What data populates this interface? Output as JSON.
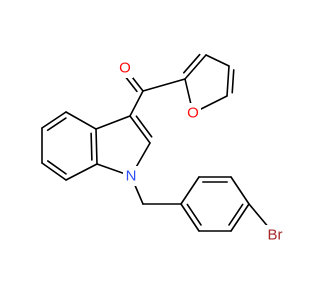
{
  "molecule": {
    "atoms": {
      "oxygen_carbonyl": "O",
      "oxygen_furan": "O",
      "nitrogen_indole": "N",
      "bromine": "Br"
    },
    "colors": {
      "oxygen": "#ff0d0d",
      "nitrogen": "#3050f8",
      "bromine": "#a62929",
      "bond": "#000000",
      "background": "#ffffff"
    }
  }
}
